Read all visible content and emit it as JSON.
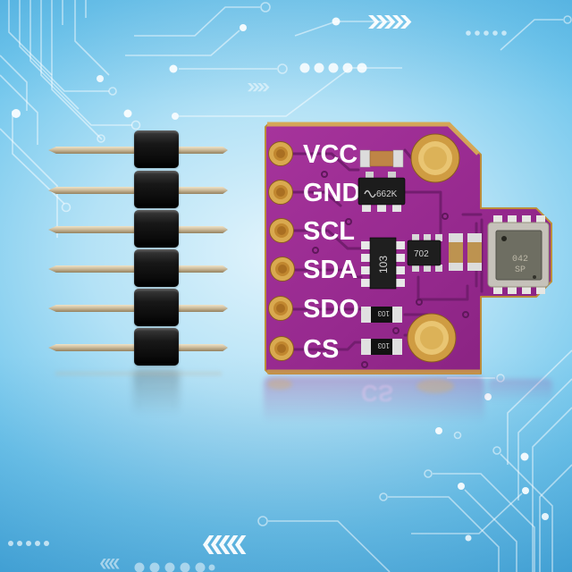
{
  "product_photo": {
    "breakout_board": {
      "silkscreen_labels": [
        "VCC",
        "GND",
        "SCL",
        "SDA",
        "SDO",
        "CS"
      ],
      "component_markings": {
        "voltage_regulator": "662K",
        "resistor_network": "103",
        "small_ic": "702",
        "sensor_mark_line1": "042",
        "sensor_mark_line2": "SP",
        "resistor_upper": "103",
        "resistor_lower": "103"
      },
      "colors": {
        "board_purple": "#9b2d93",
        "trace_dark_purple": "#731d6f",
        "pad_gold": "#d9a94f",
        "silkscreen_white": "#ffffff",
        "sensor_metal": "#c6c2ba"
      }
    },
    "pin_header": {
      "pin_rows": 6,
      "colors": {
        "plastic_black": "#161616",
        "pin_metal": "#cdbc9c"
      }
    }
  },
  "background": {
    "colors": {
      "sky_top": "#47b2e6",
      "sky_center": "#ddf2fc",
      "sky_bottom": "#3b9fd6",
      "circuit_lines": "rgba(255,255,255,0.55)"
    },
    "decorations": [
      "circuit-trace-pattern",
      "chevrons-right-icon",
      "chevrons-left-icon",
      "dots-row"
    ]
  }
}
